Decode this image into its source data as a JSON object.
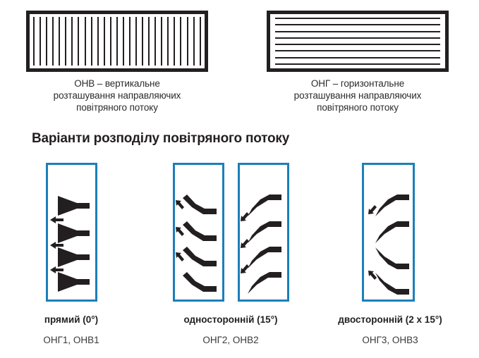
{
  "grilles": [
    {
      "id": "onv",
      "orientation": "vertical",
      "bar_count": 27,
      "caption_line1": "ОНВ – вертикальне",
      "caption_line2": "розташування направляючих",
      "caption_line3": "повітряного потоку"
    },
    {
      "id": "ong",
      "orientation": "horizontal",
      "bar_count": 8,
      "caption_line1": "ОНГ – горизонтальне",
      "caption_line2": "розташування направляючих",
      "caption_line3": "повітряного потоку"
    }
  ],
  "heading": "Варіанти розподілу повітряного потоку",
  "colors": {
    "panel_border": "#1b7fba",
    "blade": "#231f20",
    "text": "#231f20"
  },
  "variants": [
    {
      "id": "straight",
      "title": "прямий (0°)",
      "models": "ОНГ1, ОНВ1",
      "blade_style": "straight",
      "blade_count": 4,
      "arrow_count": 3,
      "arrow_direction": "left"
    },
    {
      "id": "one-sided",
      "title": "односторонній (15°)",
      "models": "ОНГ2, ОНВ2",
      "blade_style": "angled",
      "blade_count": 4,
      "arrow_count": 3,
      "arrow_direction_panel_a": "up-left",
      "arrow_direction_panel_b": "down-left"
    },
    {
      "id": "two-sided",
      "title": "двосторонній (2 x 15°)",
      "models": "ОНГ3, ОНВ3",
      "blade_style": "mixed",
      "blade_count": 4,
      "arrow_count": 2,
      "arrow_direction": "split"
    }
  ]
}
